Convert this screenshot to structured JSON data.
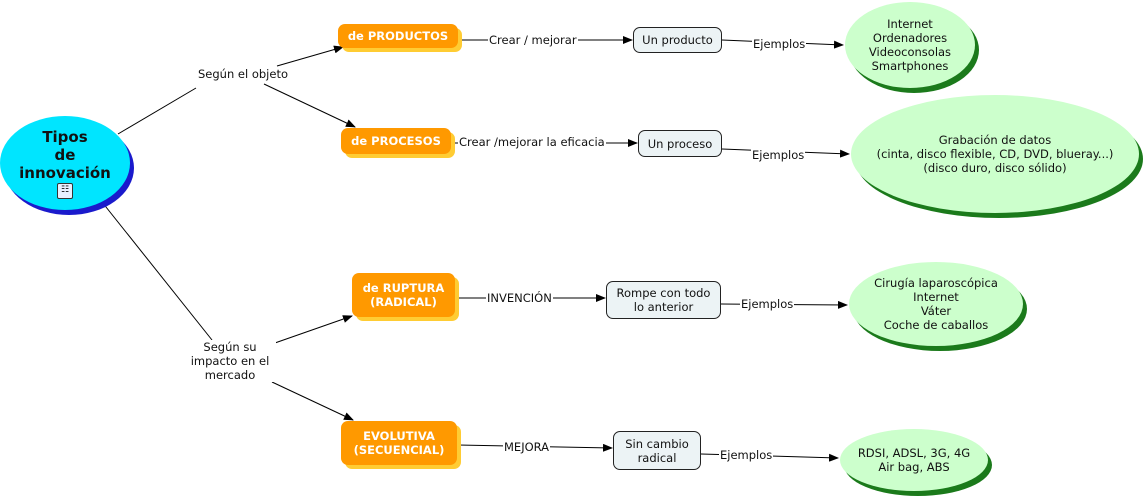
{
  "root": {
    "title": "Tipos\nde\ninnovación",
    "icon": "concept-map-icon"
  },
  "branches": [
    {
      "label": "Según el objeto"
    },
    {
      "label": "Según su\nimpacto en el\nmercado"
    }
  ],
  "categories": [
    {
      "label": "de PRODUCTOS",
      "link": "Crear / mejorar",
      "target": "Un producto",
      "example_link": "Ejemplos",
      "examples": "Internet\nOrdenadores\nVideoconsolas\nSmartphones"
    },
    {
      "label": "de PROCESOS",
      "link": "Crear /mejorar la eficacia",
      "target": "Un proceso",
      "example_link": "Ejemplos",
      "examples": "Grabación de datos\n(cinta, disco flexible, CD, DVD, blueray...)\n(disco duro, disco sólido)"
    },
    {
      "label": "de RUPTURA\n(RADICAL)",
      "link": "INVENCIÓN",
      "target": "Rompe con todo\nlo anterior",
      "example_link": "Ejemplos",
      "examples": "Cirugía laparoscópica\nInternet\nVáter\nCoche de caballos"
    },
    {
      "label": "EVOLUTIVA\n(SECUENCIAL)",
      "link": "MEJORA",
      "target": "Sin cambio\nradical",
      "example_link": "Ejemplos",
      "examples": "RDSI, ADSL, 3G, 4G\nAir bag, ABS"
    }
  ],
  "colors": {
    "root": "#00e5ff",
    "category": "#ff9900",
    "example": "#ccffcc",
    "box": "#ecf3f5"
  }
}
